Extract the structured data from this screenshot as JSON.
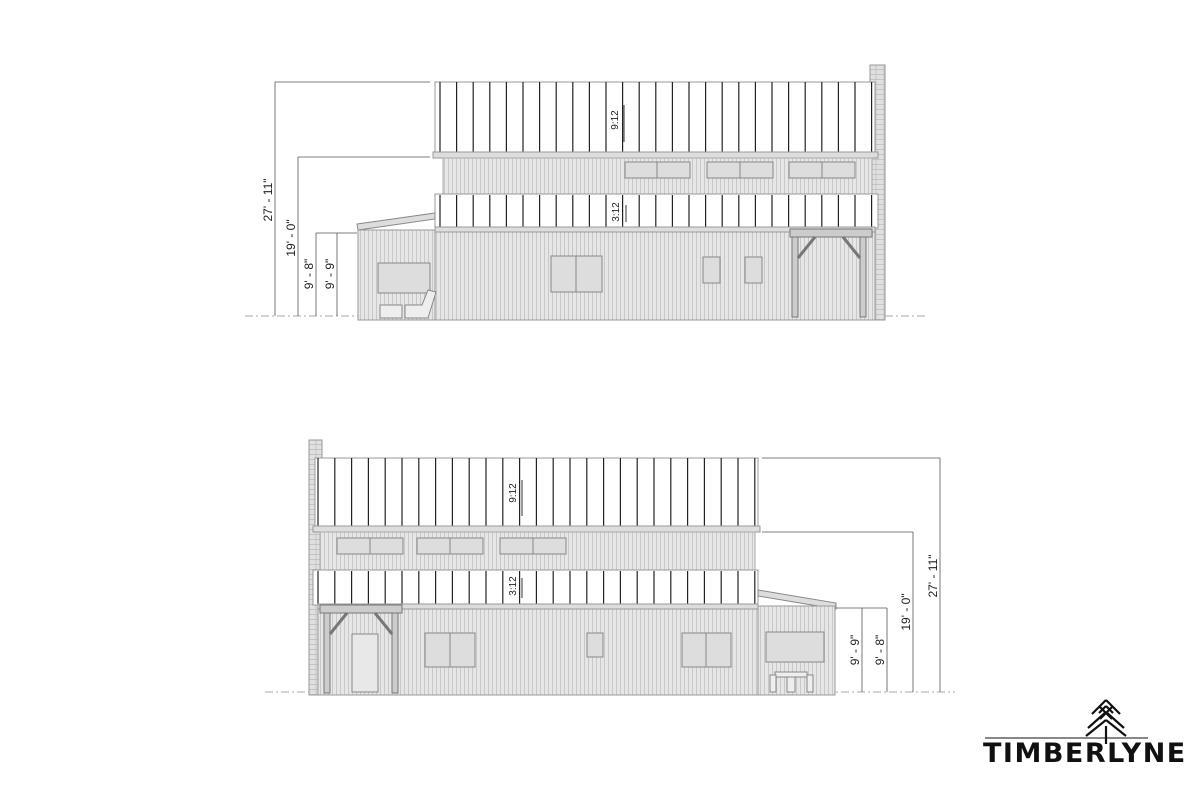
{
  "brand": {
    "name": "TIMBERLYNE"
  },
  "elevations": [
    {
      "name": "elevation-top",
      "dimensions": [
        "27' - 11\"",
        "19' - 0\"",
        "9' - 8\"",
        "9' - 9\""
      ],
      "pitches": [
        "9:12",
        "3:12"
      ]
    },
    {
      "name": "elevation-bottom",
      "dimensions": [
        "27' - 11\"",
        "19' - 0\"",
        "9' - 8\"",
        "9' - 9\""
      ],
      "pitches": [
        "9:12",
        "3:12"
      ]
    }
  ],
  "colors": {
    "line": "#333333",
    "wall": "#e4e4e4",
    "roof": "#ffffff",
    "trim": "#d0d0d0"
  }
}
